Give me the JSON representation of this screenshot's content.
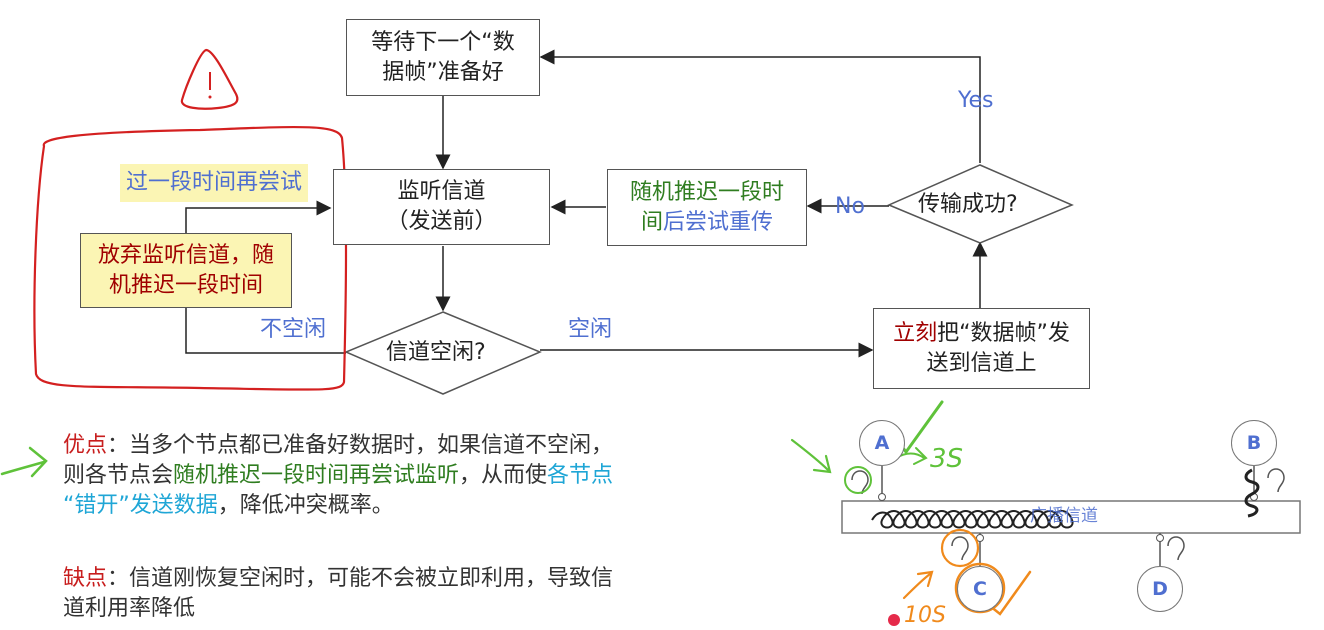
{
  "flow": {
    "wait_box": [
      "等待下一个“数",
      "据帧”准备好"
    ],
    "listen_box": [
      "监听信道",
      "（发送前）"
    ],
    "random_retry_box": {
      "line1": "随机推迟一段时",
      "line2_a": "间",
      "line2_b": "后尝试重传"
    },
    "success_diamond": "传输成功?",
    "idle_diamond": "信道空闲?",
    "send_box": {
      "line1_red": "立刻",
      "line1_rest": "把“数据帧”发",
      "line2": "送到信道上"
    },
    "giveup_box": [
      "放弃监听信道，随",
      "机推迟一段时间"
    ],
    "retry_later_label": "过一段时间再尝试",
    "yes_label": "Yes",
    "no_label": "No",
    "not_idle_label": "不空闲",
    "idle_label": "空闲"
  },
  "pros": {
    "label": "优点",
    "colon": "：",
    "line1": "当多个节点都已准备好数据时，如果信道不空闲，",
    "line2_a": "则各节点会",
    "line2_green": "随机推迟一段时间再尝试监听",
    "line2_b": "，从而使",
    "line2_cyan": "各节点",
    "line3_cyan": "“错开”发送数据",
    "line3_b": "，降低冲突概率。"
  },
  "cons": {
    "label": "缺点",
    "colon": "：",
    "line1": "信道刚恢复空闲时，可能不会被立即利用，导致信",
    "line2": "道利用率降低"
  },
  "network": {
    "nodes": [
      "A",
      "B",
      "C",
      "D"
    ],
    "channel_label": "广播信道",
    "note_3s": "3S",
    "note_10s": "10S"
  },
  "colors": {
    "blue_text": "#4f6fd0",
    "green_text": "#2f7d20",
    "red_text": "#c81e1e",
    "cyan_text": "#1fa6d6",
    "highlight": "#fbf5b4",
    "ink_red": "#d42020",
    "ink_green": "#5fc23a",
    "ink_orange": "#f08a1c"
  }
}
